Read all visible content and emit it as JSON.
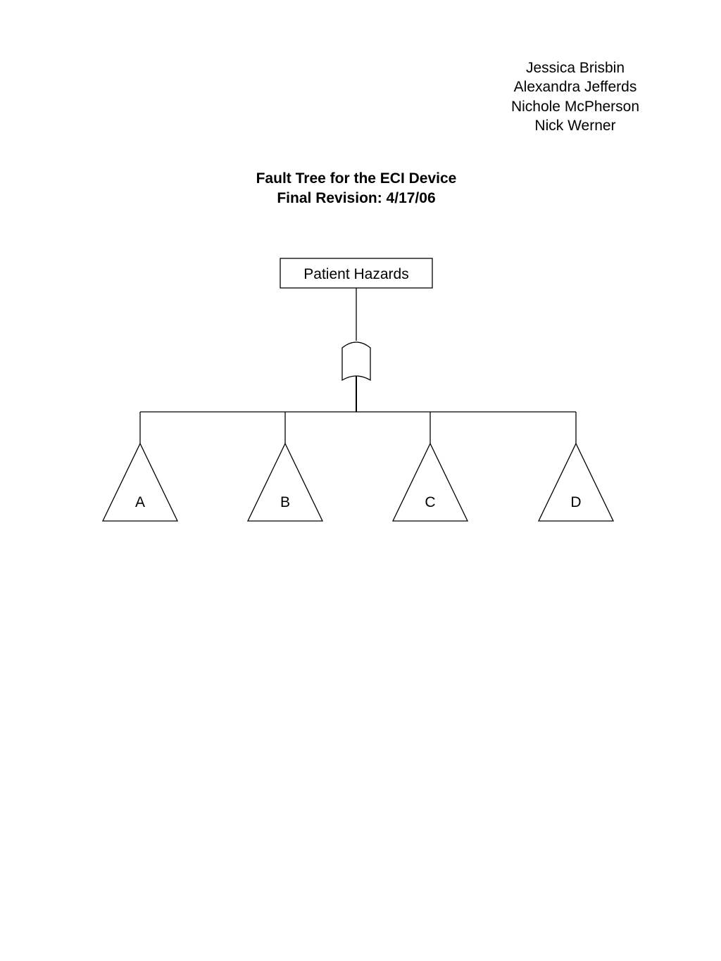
{
  "authors": [
    "Jessica Brisbin",
    "Alexandra Jefferds",
    "Nichole McPherson",
    "Nick Werner"
  ],
  "title": {
    "line1": "Fault Tree for the ECI Device",
    "line2": "Final Revision: 4/17/06"
  },
  "tree": {
    "top_event": "Patient Hazards",
    "gate": "or-gate",
    "transfers": [
      "A",
      "B",
      "C",
      "D"
    ]
  }
}
